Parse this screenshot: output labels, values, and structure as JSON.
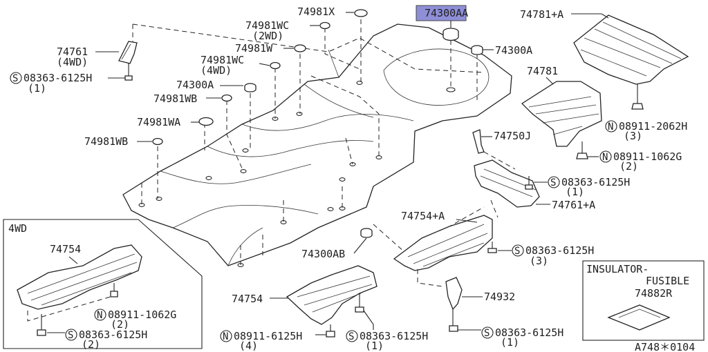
{
  "highlight_label": "74300AA",
  "labels": {
    "l_74981x": "74981X",
    "l_74981wc_2wd": "74981WC",
    "l_2wd": "(2WD)",
    "l_74981w": "74981W",
    "l_74981wc_4wd": "74981WC",
    "l_4wd_paren": "(4WD)",
    "l_74761": "74761",
    "l_74761_4wd": "(4WD)",
    "l_s_08363_a": "08363-6125H",
    "l_s_08363_a_q": "(1)",
    "l_74300a_left": "74300A",
    "l_74981wb_1": "74981WB",
    "l_74981wa": "74981WA",
    "l_74981wb_2": "74981WB",
    "l_74300a_right": "74300A",
    "l_74781_plus_a": "74781+A",
    "l_74781": "74781",
    "l_n_08911_2062g": "08911-2062H",
    "l_n_08911_2062g_q": "(3)",
    "l_n_08911_1062g": "08911-1062G",
    "l_n_08911_1062g_q": "(2)",
    "l_74750j": "74750J",
    "l_s_08363_b": "08363-6125H",
    "l_s_08363_b_q": "(1)",
    "l_74761_plus_a": "74761+A",
    "l_74754_plus_a": "74754+A",
    "l_s_08363_c": "08363-6125H",
    "l_s_08363_c_q": "(3)",
    "l_74300ab": "74300AB",
    "l_74754": "74754",
    "l_74932": "74932",
    "l_n_08911_6125h": "08911-6125H",
    "l_n_08911_6125h_q": "(4)",
    "l_s_08363_d": "08363-6125H",
    "l_s_08363_d_q": "(1)",
    "l_s_08363_e": "08363-6125H",
    "l_s_08363_e_q": "(1)",
    "inset_title": "4WD",
    "inset_74754": "74754",
    "inset_n_08911": "08911-1062G",
    "inset_n_08911_q": "(2)",
    "inset_s_08363": "08363-6125H",
    "inset_s_08363_q": "(2)",
    "insulator_title_1": "INSULATOR-",
    "insulator_title_2": "FUSIBLE",
    "insulator_part": "74882R",
    "symbol_s": "S",
    "symbol_n": "N",
    "diagram_code": "A748＊0104"
  },
  "colors": {
    "highlight": "#8f8fd8",
    "ink": "#222222",
    "background": "#ffffff"
  }
}
